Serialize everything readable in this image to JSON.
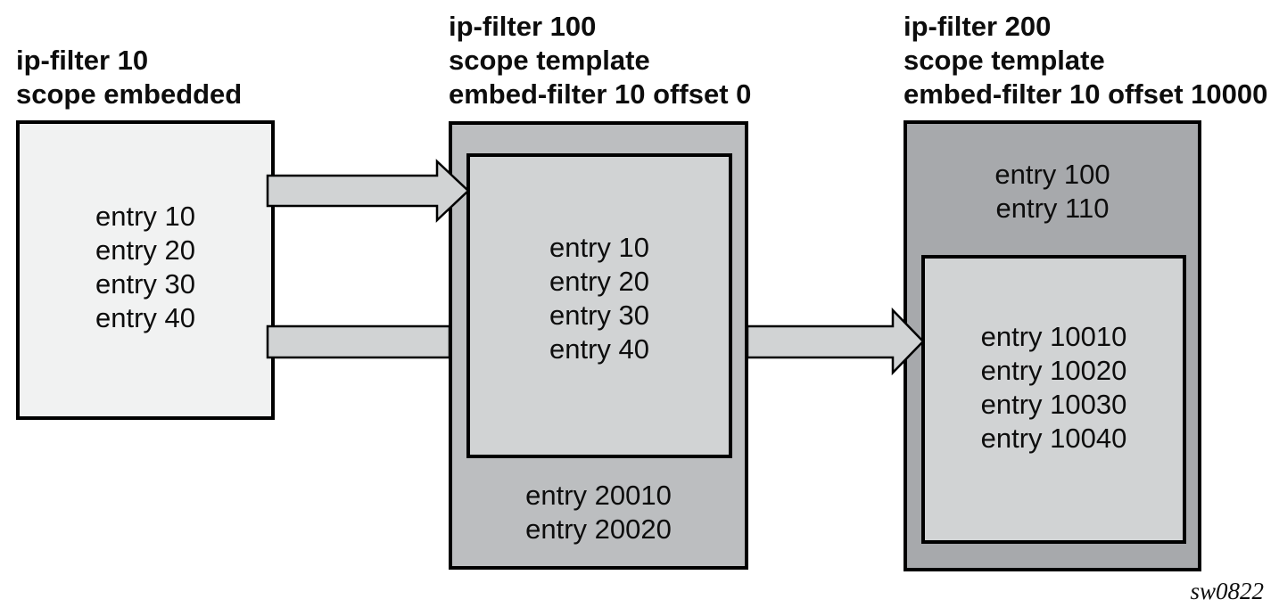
{
  "diagram": {
    "watermark": "sw0822",
    "colors": {
      "background": "#ffffff",
      "box_light": "#f1f2f2",
      "box_medium_gray": "#bcbec0",
      "box_dark_gray": "#a7a9ac",
      "box_inner_gray": "#d1d3d4",
      "arrow_fill": "#d1d3d4",
      "line": "#000000"
    },
    "filters": [
      {
        "title_lines": [
          "ip-filter 10",
          "scope embedded"
        ],
        "entries": [
          "entry 10",
          "entry 20",
          "entry 30",
          "entry 40"
        ]
      },
      {
        "title_lines": [
          "ip-filter 100",
          "scope template",
          "embed-filter 10 offset 0"
        ],
        "embedded_entries": [
          "entry 10",
          "entry 20",
          "entry 30",
          "entry 40"
        ],
        "own_entries": [
          "entry 20010",
          "entry 20020"
        ]
      },
      {
        "title_lines": [
          "ip-filter 200",
          "scope template",
          "embed-filter 10 offset 10000"
        ],
        "own_entries": [
          "entry 100",
          "entry 110"
        ],
        "embedded_entries": [
          "entry 10010",
          "entry 10020",
          "entry 10030",
          "entry 10040"
        ]
      }
    ]
  }
}
